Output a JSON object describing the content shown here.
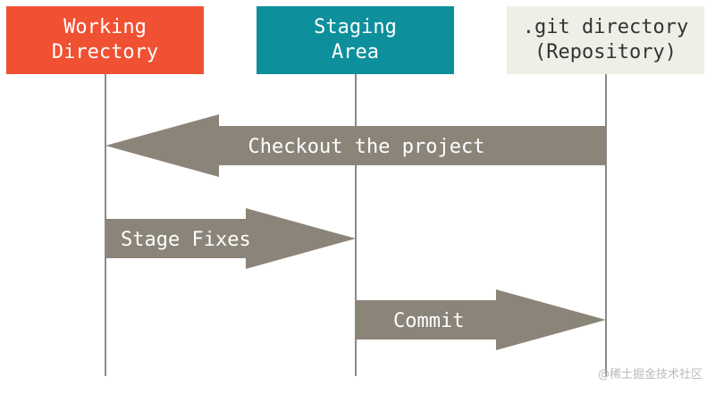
{
  "boxes": {
    "working": {
      "label": "Working\nDirectory",
      "bg": "#f05133",
      "fg": "#ffffff"
    },
    "staging": {
      "label": "Staging\nArea",
      "bg": "#0e909c",
      "fg": "#ffffff"
    },
    "repo": {
      "label": ".git directory\n(Repository)",
      "bg": "#efefe8",
      "fg": "#333333"
    }
  },
  "arrows": {
    "color": "#8b8478",
    "checkout": {
      "label": "Checkout the project",
      "from": "repo",
      "to": "working"
    },
    "stage": {
      "label": "Stage Fixes",
      "from": "working",
      "to": "staging"
    },
    "commit": {
      "label": "Commit",
      "from": "staging",
      "to": "repo"
    }
  },
  "watermark": "@稀土掘金技术社区"
}
